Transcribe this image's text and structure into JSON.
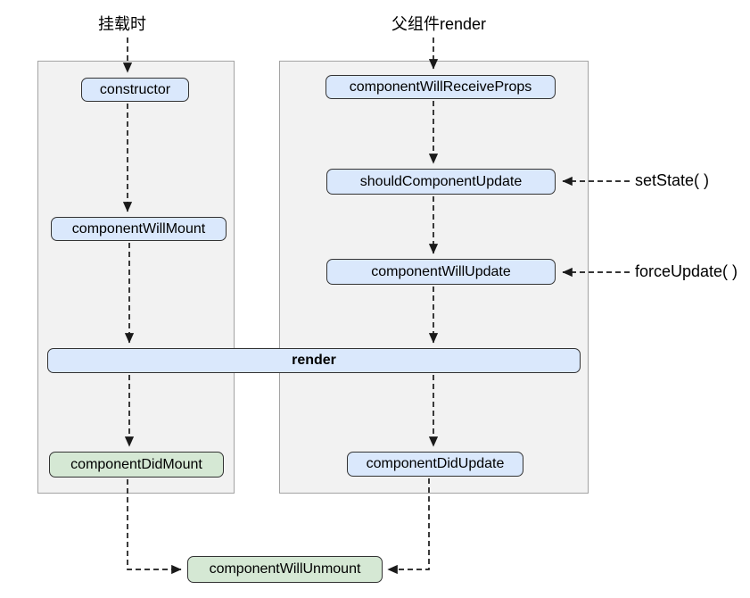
{
  "diagram": {
    "type": "flowchart",
    "subject": "React component lifecycle",
    "titles": {
      "mount_phase": "挂载时",
      "parent_render": "父组件render"
    },
    "nodes": {
      "constructor": {
        "label": "constructor",
        "color": "blue"
      },
      "componentWillMount": {
        "label": "componentWillMount",
        "color": "blue"
      },
      "componentWillReceiveProps": {
        "label": "componentWillReceiveProps",
        "color": "blue"
      },
      "shouldComponentUpdate": {
        "label": "shouldComponentUpdate",
        "color": "blue"
      },
      "componentWillUpdate": {
        "label": "componentWillUpdate",
        "color": "blue"
      },
      "render": {
        "label": "render",
        "color": "blue",
        "bold": true
      },
      "componentDidMount": {
        "label": "componentDidMount",
        "color": "green"
      },
      "componentDidUpdate": {
        "label": "componentDidUpdate",
        "color": "blue"
      },
      "componentWillUnmount": {
        "label": "componentWillUnmount",
        "color": "green"
      }
    },
    "annotations": {
      "setState": "setState( )",
      "forceUpdate": "forceUpdate( )"
    },
    "edges": [
      {
        "from": "挂载时",
        "to": "constructor",
        "style": "dashed"
      },
      {
        "from": "constructor",
        "to": "componentWillMount",
        "style": "dashed"
      },
      {
        "from": "componentWillMount",
        "to": "render",
        "style": "dashed"
      },
      {
        "from": "render",
        "to": "componentDidMount",
        "style": "dashed"
      },
      {
        "from": "componentDidMount",
        "to": "componentWillUnmount",
        "style": "dashed"
      },
      {
        "from": "父组件render",
        "to": "componentWillReceiveProps",
        "style": "dashed"
      },
      {
        "from": "componentWillReceiveProps",
        "to": "shouldComponentUpdate",
        "style": "dashed"
      },
      {
        "from": "shouldComponentUpdate",
        "to": "componentWillUpdate",
        "style": "dashed"
      },
      {
        "from": "componentWillUpdate",
        "to": "render",
        "style": "dashed"
      },
      {
        "from": "render",
        "to": "componentDidUpdate",
        "style": "dashed"
      },
      {
        "from": "componentDidUpdate",
        "to": "componentWillUnmount",
        "style": "dashed"
      },
      {
        "from": "setState( )",
        "to": "shouldComponentUpdate",
        "style": "dashed"
      },
      {
        "from": "forceUpdate( )",
        "to": "componentWillUpdate",
        "style": "dashed"
      }
    ],
    "colors": {
      "background": "#ffffff",
      "panel_fill": "#f2f2f2",
      "panel_border": "#a3a3a3",
      "node_blue": "#dae8fc",
      "node_green": "#d5e8d4",
      "node_border": "#333333",
      "arrow": "#1a1a1a",
      "text": "#000000"
    }
  }
}
